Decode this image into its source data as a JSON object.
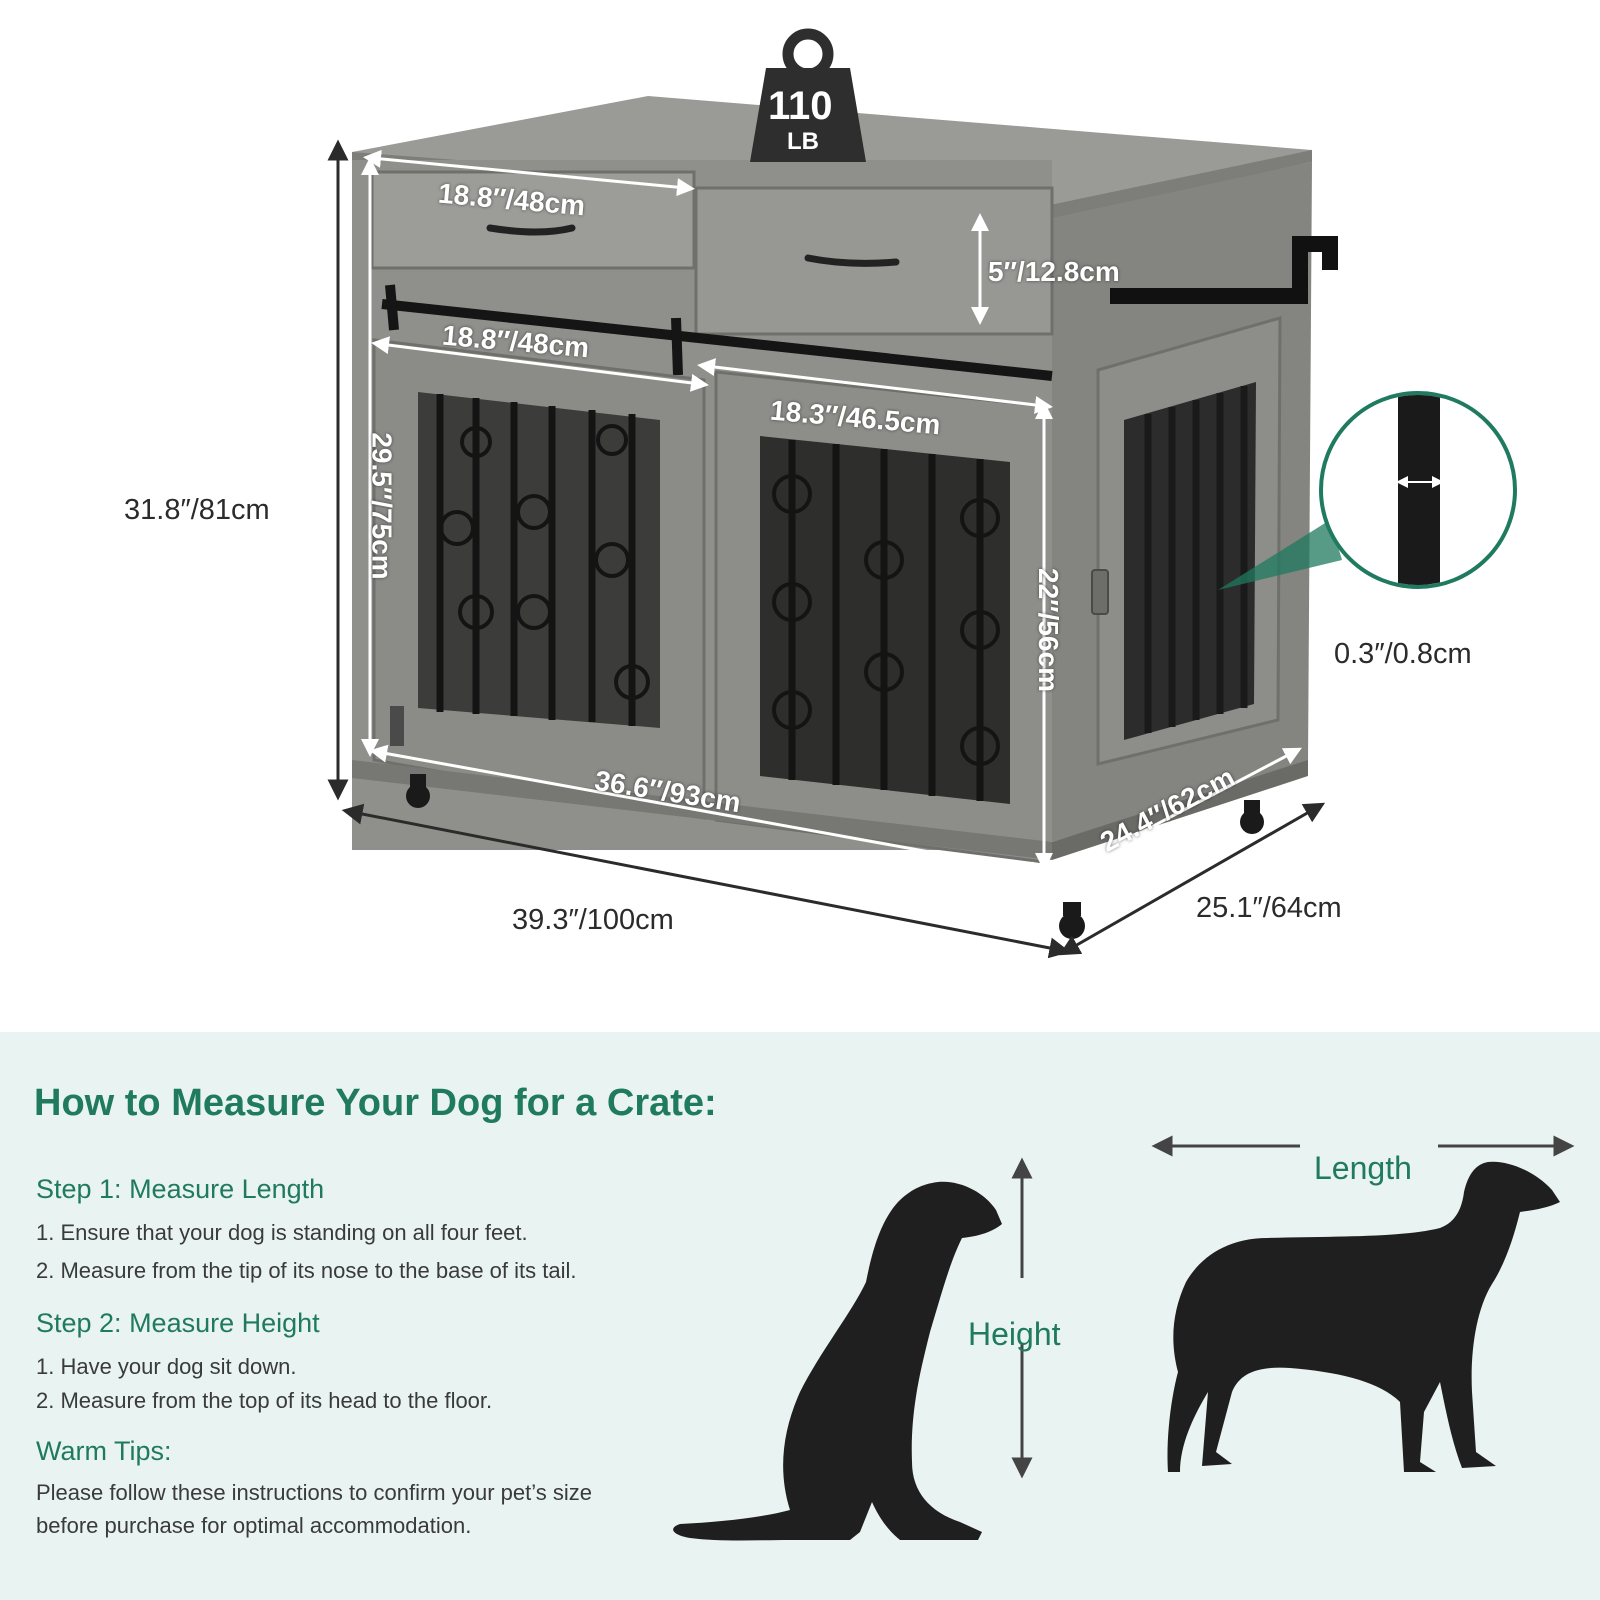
{
  "weight": {
    "value": "110",
    "unit": "LB"
  },
  "dimensions": {
    "total_height": "31.8″/81cm",
    "total_width": "39.3″/100cm",
    "total_depth": "25.1″/64cm",
    "drawer_width_top": "18.8″/48cm",
    "drawer_height": "5″/12.8cm",
    "door_width_left": "18.8″/48cm",
    "door_width_right": "18.3″/46.5cm",
    "inner_height_left": "29.5″/75cm",
    "inner_height_right": "22″/56cm",
    "inner_width": "36.6″/93cm",
    "inner_depth": "24.4″/62cm",
    "bar_diameter": "0.3″/0.8cm"
  },
  "guide": {
    "title": "How to Measure Your Dog for a Crate:",
    "step1": {
      "heading": "Step 1: Measure Length",
      "lines": [
        "1. Ensure that your dog is standing on all four feet.",
        "2. Measure from the tip of its nose to the base of its tail."
      ]
    },
    "step2": {
      "heading": "Step 2: Measure Height",
      "lines": [
        "1. Have your dog sit down.",
        "2. Measure from the top of its head to the floor."
      ]
    },
    "tips": {
      "heading": "Warm Tips:",
      "text": "Please follow these instructions to confirm your pet’s size before purchase for optimal accommodation."
    },
    "height_label": "Height",
    "length_label": "Length"
  },
  "colors": {
    "accent": "#1f7a5f",
    "panel_bg": "#e9f3f1",
    "crate_gray": "#8a8b86",
    "metal": "#1e1e1e"
  }
}
